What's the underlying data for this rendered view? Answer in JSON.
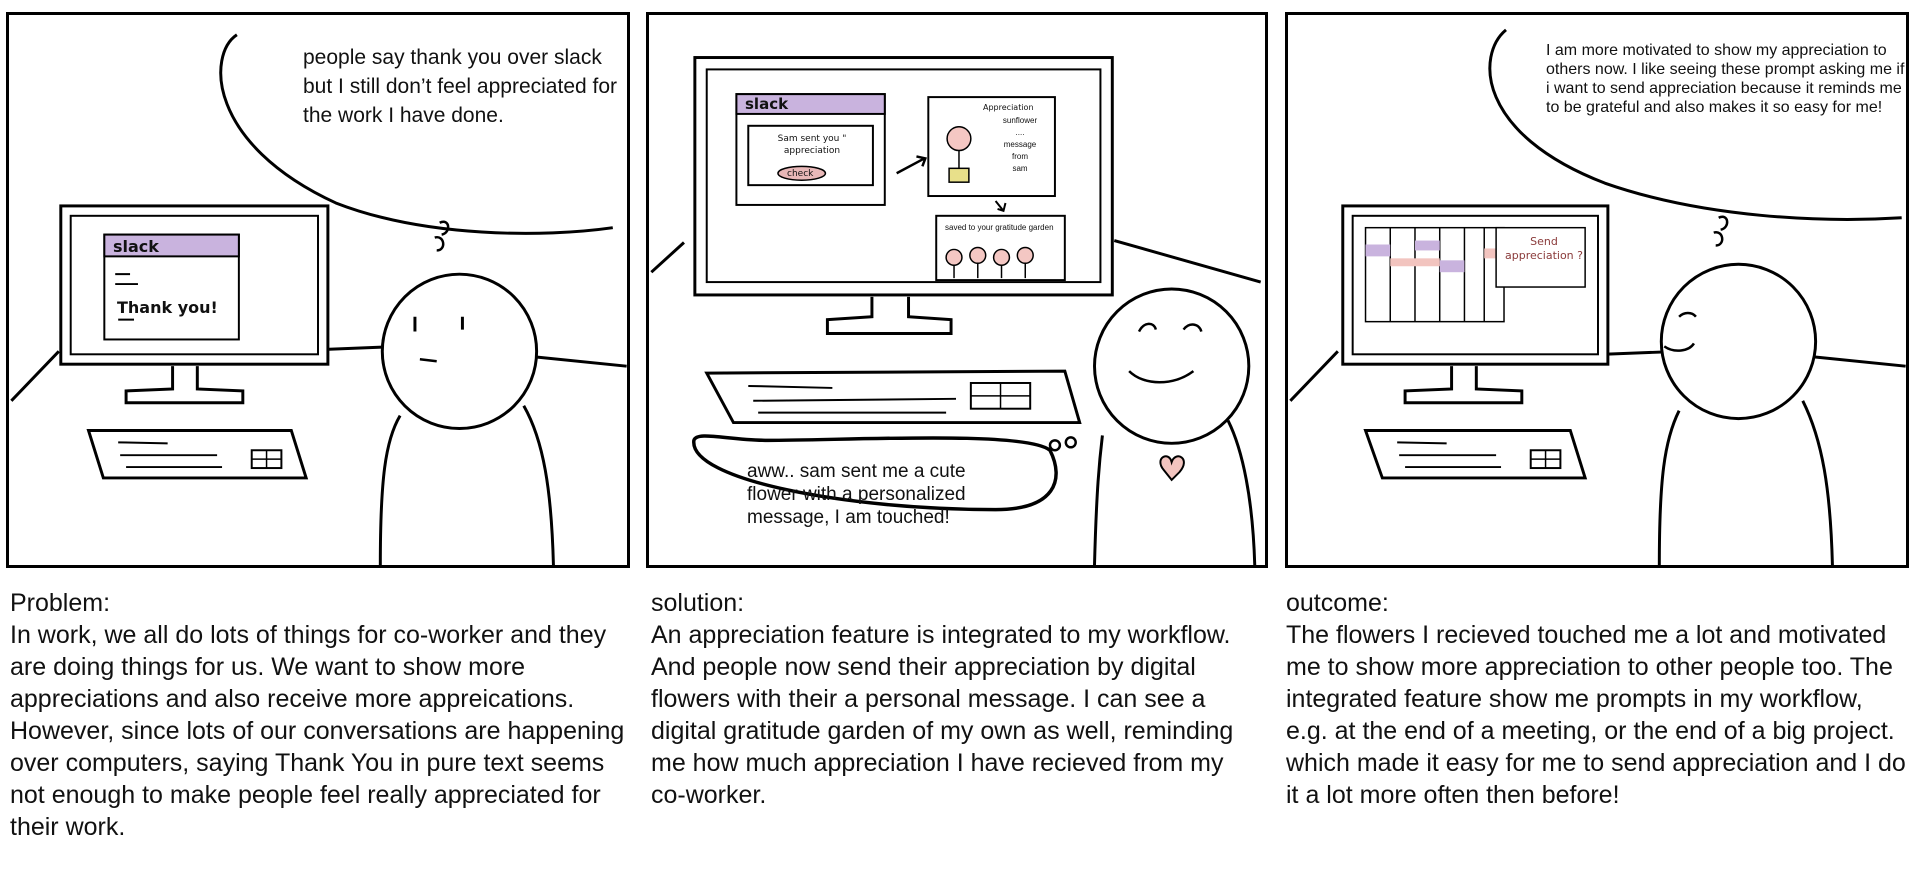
{
  "panels": [
    {
      "bubble": "people say thank you over slack but I still don’t feel appreciated for the work I have done.",
      "screen": {
        "app": "slack",
        "message": "Thank you!"
      },
      "caption_title": "Problem:",
      "caption_body": "In work, we all do lots of things for co-worker and they are doing things for us. We want to show more appreciations and also receive more appreications. However, since lots of our conversations are happening over computers, saying Thank You in pure text seems not enough to make people feel really appreciated for their work."
    },
    {
      "bubble": "aww.. sam sent me a cute flower with a personalized message, I am touched!",
      "screen": {
        "app": "slack",
        "notification": "Sam sent you \" appreciation",
        "check_button": "check",
        "card_title": "Appreciation",
        "card_lines": [
          "sunflower",
          "....",
          "message",
          "from",
          "sam"
        ],
        "garden_label": "saved to your gratitude garden"
      },
      "caption_title": "solution:",
      "caption_body": "An appreciation feature is integrated to my workflow. And people now send their appreciation by digital flowers with their a personal message. I can see a digital gratitude garden of my own as well, reminding me how much appreciation I have recieved from my co-worker."
    },
    {
      "bubble": "I am more motivated to show my appreciation to others now. I like seeing these prompt asking me if i want to send appreciation because it reminds me to be grateful and also makes it so easy for me!",
      "screen": {
        "prompt": "Send appreciation ?"
      },
      "caption_title": "outcome:",
      "caption_body": "The flowers I recieved touched me a lot and motivated me to show more appreciation to other people too. The integrated feature show me prompts in my workflow, e.g. at the end of a meeting, or the end of a big project. which made it easy for me to send appreciation and I do it a lot more often then before!"
    }
  ],
  "colors": {
    "slack_header": "#c9b3de",
    "check_button": "#e8b8b8",
    "flower": "#f4c7c3",
    "pot": "#e8e08a",
    "heart": "#f2c4bf"
  }
}
